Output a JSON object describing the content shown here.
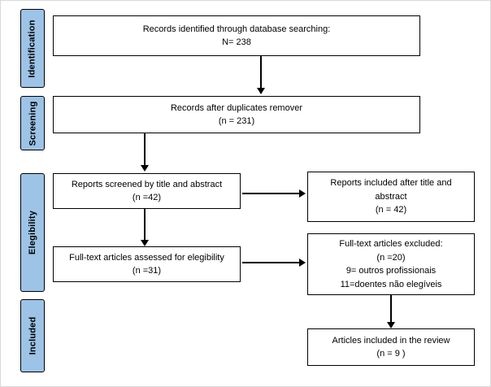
{
  "stages": {
    "identification": "Identification",
    "screening": "Screening",
    "elegibility": "Elegibility",
    "included": "Included"
  },
  "boxes": {
    "identified": {
      "line1": "Records identified through database searching:",
      "line2": "N= 238"
    },
    "duplicates": {
      "line1": "Records after duplicates remover",
      "line2": "(n = 231)"
    },
    "screened": {
      "line1": "Reports screened by title and abstract",
      "line2": "(n =42)"
    },
    "included_after_title": {
      "line1": "Reports included after title and",
      "line2": "abstract",
      "line3": "(n = 42)"
    },
    "fulltext_assessed": {
      "line1": "Full-text articles assessed for elegibility",
      "line2": "(n =31)"
    },
    "fulltext_excluded": {
      "line1": "Full-text articles excluded:",
      "line2": "(n =20)",
      "line3": "9= outros profissionais",
      "line4": "11=doentes não elegíveis"
    },
    "included_review": {
      "line1": "Articles included in the review",
      "line2": "(n = 9 )"
    }
  },
  "colors": {
    "stage_fill": "#9DC3E6",
    "box_border": "#000000",
    "arrow": "#000000"
  }
}
